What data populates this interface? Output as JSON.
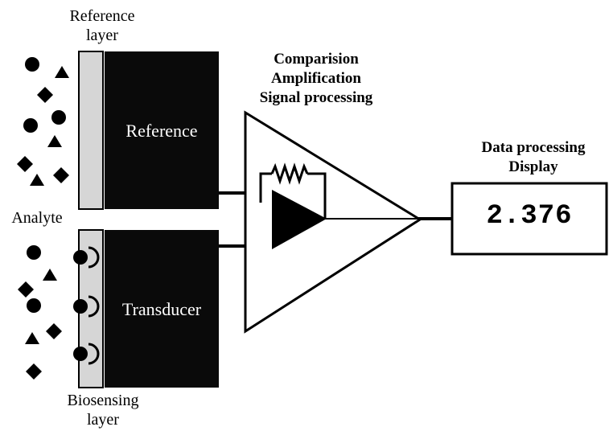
{
  "labels": {
    "reference_layer_line1": "Reference",
    "reference_layer_line2": "layer",
    "comparison_line1": "Comparision",
    "comparison_line2": "Amplification",
    "comparison_line3": "Signal processing",
    "data_processing_line1": "Data processing",
    "data_processing_line2": "Display",
    "analyte": "Analyte",
    "biosensing_line1": "Biosensing",
    "biosensing_line2": "layer"
  },
  "boxes": {
    "reference": "Reference",
    "transducer": "Transducer"
  },
  "display": {
    "value": "2.376"
  },
  "colors": {
    "box_fill": "#0a0a0a",
    "layer_fill": "#d6d6d6",
    "line": "#000000"
  },
  "icons": {
    "analyte_shapes": [
      "circle-icon",
      "triangle-icon",
      "diamond-icon"
    ],
    "amplifier": "op-amp-triangle-icon",
    "resistor": "resistor-zigzag-icon"
  }
}
